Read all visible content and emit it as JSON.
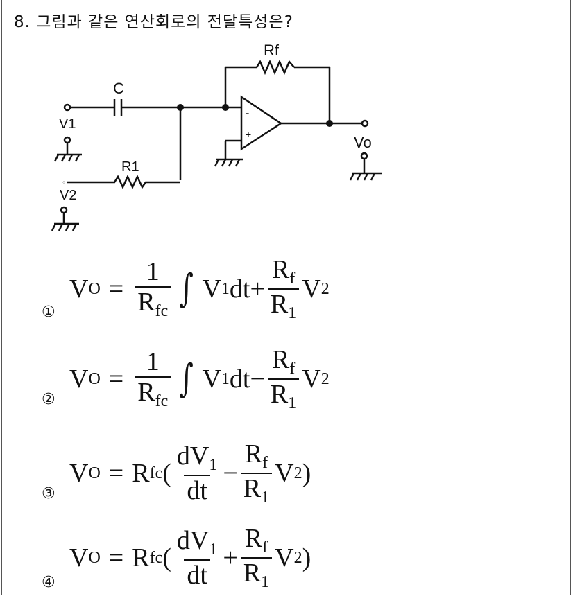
{
  "question": {
    "text": "8. 그림과 같은 연산회로의 전달특성은?"
  },
  "circuit": {
    "labels": {
      "c": "C",
      "v1": "V1",
      "r1": "R1",
      "v2": "V2",
      "rf": "Rf",
      "vo": "Vo",
      "minus": "-",
      "plus": "+"
    }
  },
  "options": [
    {
      "number": "①",
      "lhs": "V",
      "lhs_sub": "O",
      "eq": "=",
      "one": "1",
      "rfc": "R",
      "rfc_sub": "fc",
      "integral": "∫",
      "v1": "V",
      "v1_sub": "1",
      "dt": "dt",
      "op": "+",
      "rf": "R",
      "rf_sub": "f",
      "r1": "R",
      "r1_sub": "1",
      "v2": "V",
      "v2_sub": "2"
    },
    {
      "number": "②",
      "lhs": "V",
      "lhs_sub": "O",
      "eq": "=",
      "one": "1",
      "rfc": "R",
      "rfc_sub": "fc",
      "integral": "∫",
      "v1": "V",
      "v1_sub": "1",
      "dt": "dt",
      "op": "−",
      "rf": "R",
      "rf_sub": "f",
      "r1": "R",
      "r1_sub": "1",
      "v2": "V",
      "v2_sub": "2"
    },
    {
      "number": "③",
      "lhs": "V",
      "lhs_sub": "O",
      "eq": "=",
      "rfc": "R",
      "rfc_sub": "fc",
      "open": "(",
      "dv": "dV",
      "dv_sub": "1",
      "dt": "dt",
      "op": "−",
      "rf": "R",
      "rf_sub": "f",
      "r1": "R",
      "r1_sub": "1",
      "v2": "V",
      "v2_sub": "2",
      "close": ")"
    },
    {
      "number": "④",
      "lhs": "V",
      "lhs_sub": "O",
      "eq": "=",
      "rfc": "R",
      "rfc_sub": "fc",
      "open": "(",
      "dv": "dV",
      "dv_sub": "1",
      "dt": "dt",
      "op": "+",
      "rf": "R",
      "rf_sub": "f",
      "r1": "R",
      "r1_sub": "1",
      "v2": "V",
      "v2_sub": "2",
      "close": ")"
    }
  ]
}
